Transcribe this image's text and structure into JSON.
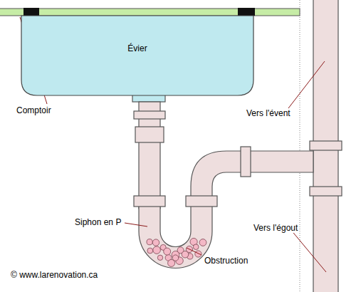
{
  "diagram": {
    "nodes": [
      {
        "text": [
          "Évier"
        ]
      }
    ],
    "labels": [
      "Comptoir",
      "Vers l'évent",
      "Siphon en P",
      "Vers l'égout",
      "Obstruction",
      "© www.larenovation.ca"
    ]
  }
}
